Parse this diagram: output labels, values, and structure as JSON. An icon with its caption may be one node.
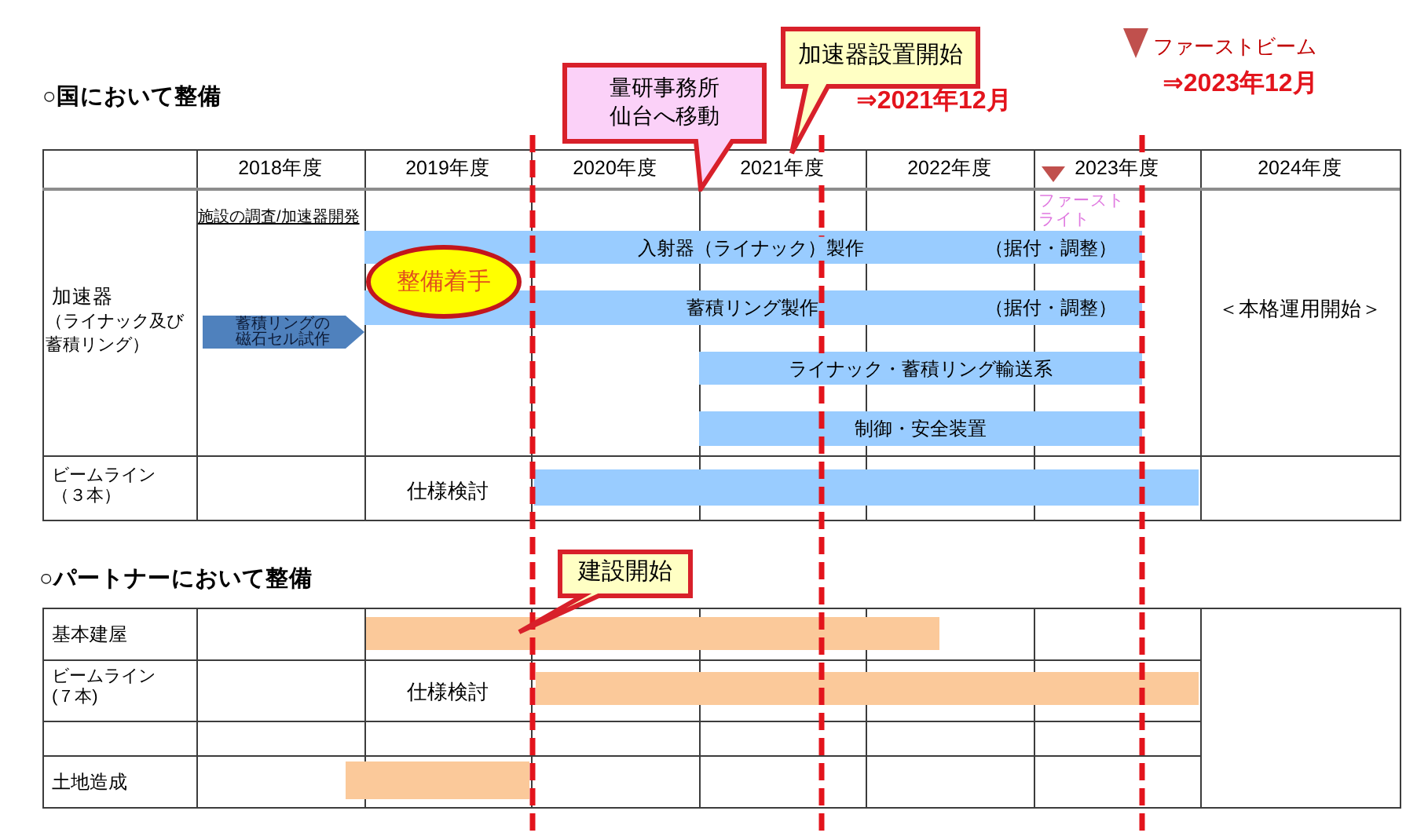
{
  "diagram": {
    "nodes": [
      {
        "text": [
          "量研事務所仙台へ移動"
        ]
      },
      {
        "text": [
          "加速器設置開始"
        ],
        "beside": [
          "⇒2021年12月"
        ]
      },
      {
        "text": [
          "入射器（ライナック）製作",
          "（据付・調整）"
        ]
      },
      {
        "text": [
          "整備着手"
        ]
      },
      {
        "text": [
          "蓄積リング製作",
          "（据付・調整）"
        ]
      },
      {
        "text": [
          "蓄積リングの磁石セル試作"
        ]
      },
      {
        "text": [
          "ライナック・蓄積リング輸送系"
        ]
      },
      {
        "text": [
          "制御・安全装置"
        ]
      },
      {
        "text": [],
        "shape": "bar"
      },
      {
        "text": [
          "建設開始"
        ]
      },
      {
        "text": [],
        "shape": "bar"
      },
      {
        "text": [],
        "shape": "bar"
      },
      {
        "text": [],
        "shape": "bar"
      }
    ],
    "labels": [
      "ファーストビーム",
      "⇒2023年12月",
      "○国において整備",
      "2018年度",
      "2019年度",
      "2020年度",
      "2021年度",
      "2022年度",
      "2023年度",
      "2024年度",
      "ファーストライト",
      "施設の調査/加速器開発",
      "加速器",
      "（ライナック及び蓄積リング）",
      "＜本格運用開始＞",
      "ビームライン（３本）",
      "仕様検討",
      "○パートナーにおいて整備",
      "基本建屋",
      "ビームライン(７本)",
      "仕様検討",
      "土地造成"
    ]
  }
}
